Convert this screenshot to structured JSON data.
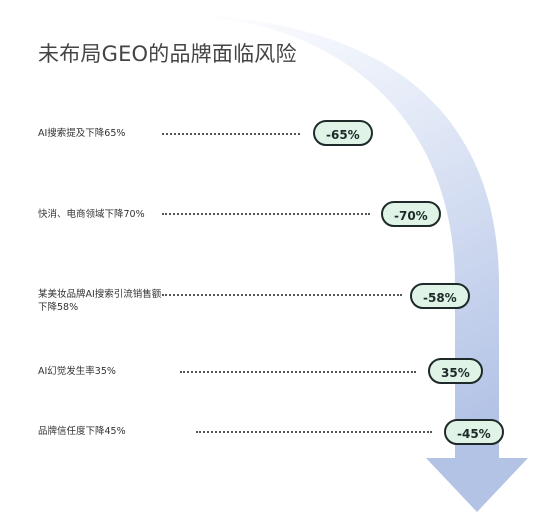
{
  "title": "未布局GEO的品牌面临风险",
  "colors": {
    "arrow_light": "#ffffff",
    "arrow_dark": "#b3c3e6",
    "pill_fill": "#dff4e6",
    "pill_border": "#1e2a2a"
  },
  "risks": [
    {
      "label": "AI搜索提及下降65%",
      "value": "-65%"
    },
    {
      "label": "快消、电商领域下降70%",
      "value": "-70%"
    },
    {
      "label": "某美妆品牌AI搜索引流销售额下降58%",
      "value": "-58%"
    },
    {
      "label": "AI幻觉发生率35%",
      "value": "35%"
    },
    {
      "label": "品牌信任度下降45%",
      "value": "-45%"
    }
  ]
}
